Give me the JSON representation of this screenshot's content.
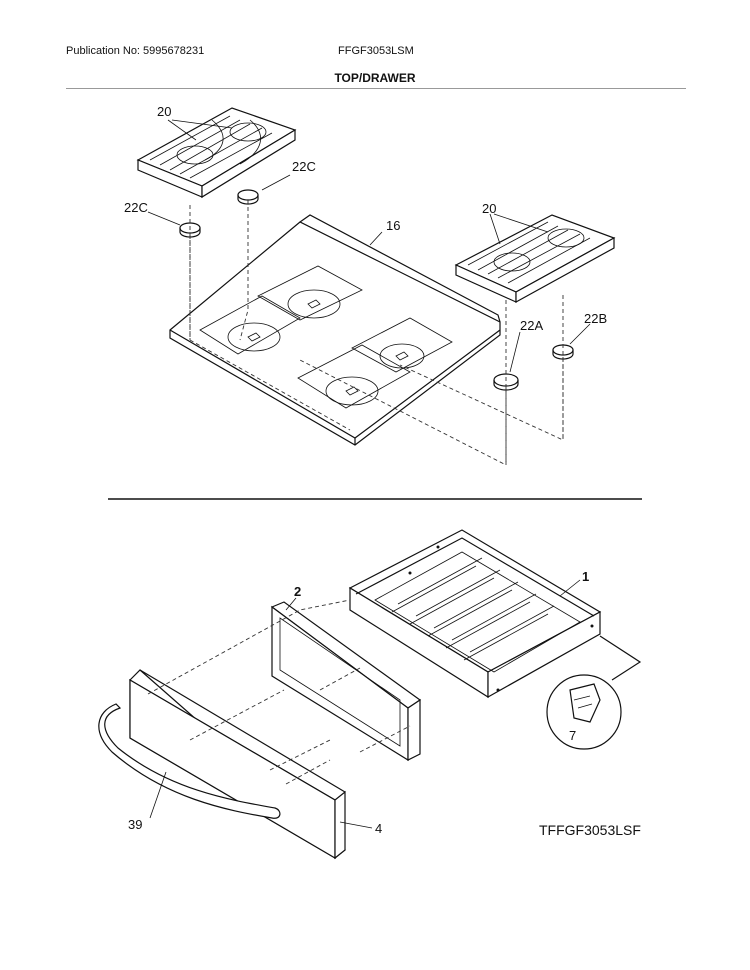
{
  "header": {
    "publication": "Publication No: 5995678231",
    "model": "FFGF3053LSM",
    "section": "TOP/DRAWER"
  },
  "callouts": {
    "grate_left": "20",
    "grate_right": "20",
    "cap_22c_upper": "22C",
    "cap_22c_left": "22C",
    "cooktop": "16",
    "cap_22a": "22A",
    "cap_22b": "22B",
    "drawer_body": "1",
    "drawer_liner": "2",
    "drawer_front": "4",
    "handle": "39",
    "clip": "7"
  },
  "footer_code": "TFFGF3053LSF"
}
